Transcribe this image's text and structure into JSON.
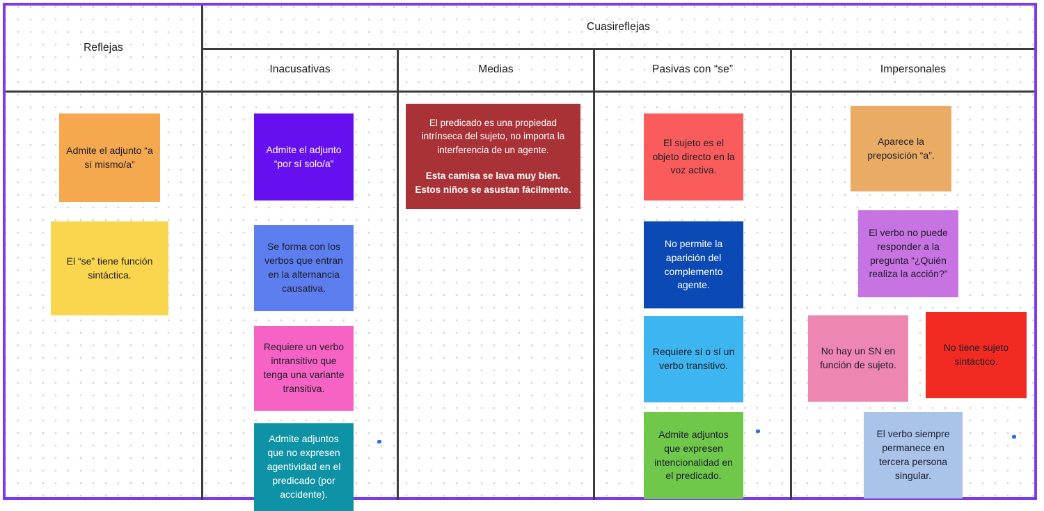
{
  "colors": {
    "frame": "#7C3AF0",
    "grid_line": "#3B3B42",
    "pen_mark": "#2273E3"
  },
  "header": {
    "reflejas": "Reflejas",
    "cuasireflejas": "Cuasireflejas",
    "subcolumns": [
      "Inacusativas",
      "Medias",
      "Pasivas con “se”",
      "Impersonales"
    ]
  },
  "notes": [
    {
      "column": "Reflejas",
      "text": "Admite el adjunto “a sí mismo/a”",
      "bg": "#F5A84E",
      "fg": "#1E1E2A"
    },
    {
      "column": "Reflejas",
      "text": "El “se” tiene función sintáctica.",
      "bg": "#F9D64E",
      "fg": "#1E1E2A"
    },
    {
      "column": "Inacusativas",
      "text": "Admite el adjunto “por sí solo/a”",
      "bg": "#6610F0",
      "fg": "#FFFFFF"
    },
    {
      "column": "Inacusativas",
      "text": "Se forma con los verbos que entran en la alternancia causativa.",
      "bg": "#5C7EEF",
      "fg": "#1E1E2A"
    },
    {
      "column": "Inacusativas",
      "text": "Requiere un verbo intransitivo que tenga una variante transitiva.",
      "bg": "#F763C4",
      "fg": "#1E1E2A"
    },
    {
      "column": "Inacusativas",
      "text": "Admite adjuntos que no expresen agentividad en el predicado (por accidente).",
      "bg": "#0E93A6",
      "fg": "#FFFFFF"
    },
    {
      "column": "Medias",
      "text": "El predicado es una propiedad intrínseca del sujeto, no importa la interferencia de un agente.",
      "example": "Esta camisa se lava muy bien. Estos niños se asustan fácilmente.",
      "bg": "#A93236",
      "fg": "#FFFFFF"
    },
    {
      "column": "Pasivas con “se”",
      "text": "El sujeto es el objeto directo en la voz activa.",
      "bg": "#FA5C5C",
      "fg": "#1E1E2A"
    },
    {
      "column": "Pasivas con “se”",
      "text": "No permite la aparición del complemento agente.",
      "bg": "#0B49B5",
      "fg": "#FFFFFF"
    },
    {
      "column": "Pasivas con “se”",
      "text": "Requiere sí o sí un verbo transitivo.",
      "bg": "#3DB5F0",
      "fg": "#1E1E2A"
    },
    {
      "column": "Pasivas con “se”",
      "text": "Admite adjuntos que expresen intencionalidad en el predicado.",
      "bg": "#70C84B",
      "fg": "#1E1E2A"
    },
    {
      "column": "Impersonales",
      "text": "Aparece la preposición “a”.",
      "bg": "#EAAC64",
      "fg": "#1E1E2A"
    },
    {
      "column": "Impersonales",
      "text": "El verbo no puede responder a la pregunta “¿Quién realiza la acción?”",
      "bg": "#C873E2",
      "fg": "#1E1E2A"
    },
    {
      "column": "Impersonales",
      "text": "No hay un SN en función de sujeto.",
      "bg": "#EE86B2",
      "fg": "#1E1E2A"
    },
    {
      "column": "Impersonales",
      "text": "No tiene sujeto sintáctico.",
      "bg": "#F32A22",
      "fg": "#1E1E2A"
    },
    {
      "column": "Impersonales",
      "text": "El verbo siempre permanece en tercera persona singular.",
      "bg": "#A9C3E9",
      "fg": "#1E1E2A"
    }
  ]
}
